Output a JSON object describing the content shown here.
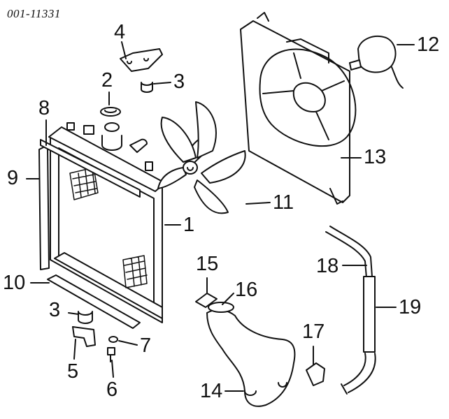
{
  "diagram": {
    "reference_code": "001-11331",
    "callouts": [
      {
        "id": "1",
        "label": "1"
      },
      {
        "id": "2",
        "label": "2"
      },
      {
        "id": "3a",
        "label": "3"
      },
      {
        "id": "3b",
        "label": "3"
      },
      {
        "id": "4",
        "label": "4"
      },
      {
        "id": "5",
        "label": "5"
      },
      {
        "id": "6",
        "label": "6"
      },
      {
        "id": "7",
        "label": "7"
      },
      {
        "id": "8",
        "label": "8"
      },
      {
        "id": "9",
        "label": "9"
      },
      {
        "id": "10",
        "label": "10"
      },
      {
        "id": "11",
        "label": "11"
      },
      {
        "id": "12",
        "label": "12"
      },
      {
        "id": "13",
        "label": "13"
      },
      {
        "id": "14",
        "label": "14"
      },
      {
        "id": "15",
        "label": "15"
      },
      {
        "id": "16",
        "label": "16"
      },
      {
        "id": "17",
        "label": "17"
      },
      {
        "id": "18",
        "label": "18"
      },
      {
        "id": "19",
        "label": "19"
      }
    ]
  }
}
